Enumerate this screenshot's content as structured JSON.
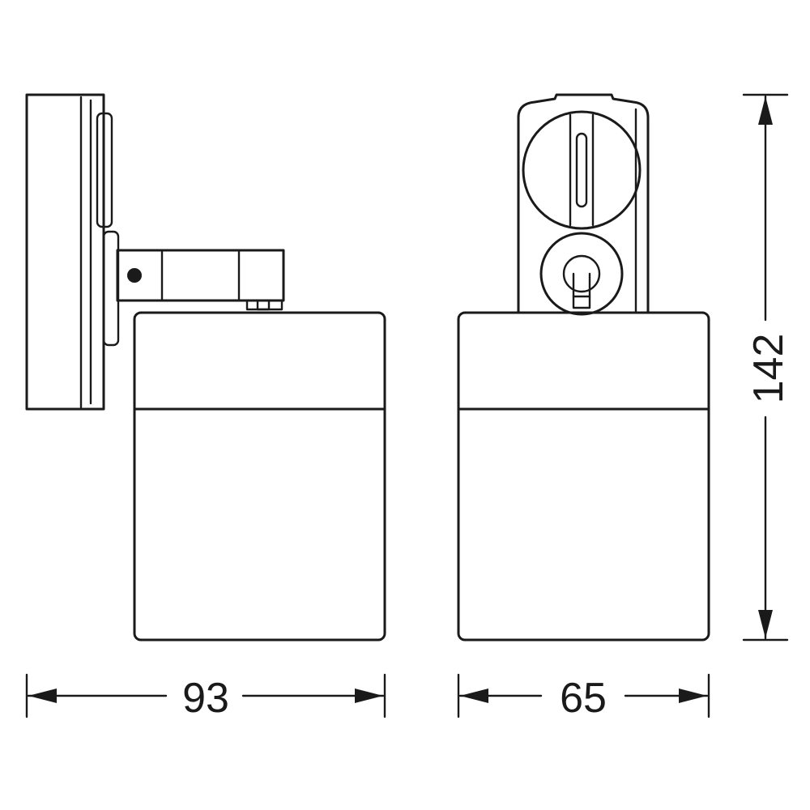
{
  "dimensions": {
    "width_side": "93",
    "width_front": "65",
    "height": "142"
  },
  "colors": {
    "line": "#1a1a1a",
    "background": "#ffffff"
  }
}
